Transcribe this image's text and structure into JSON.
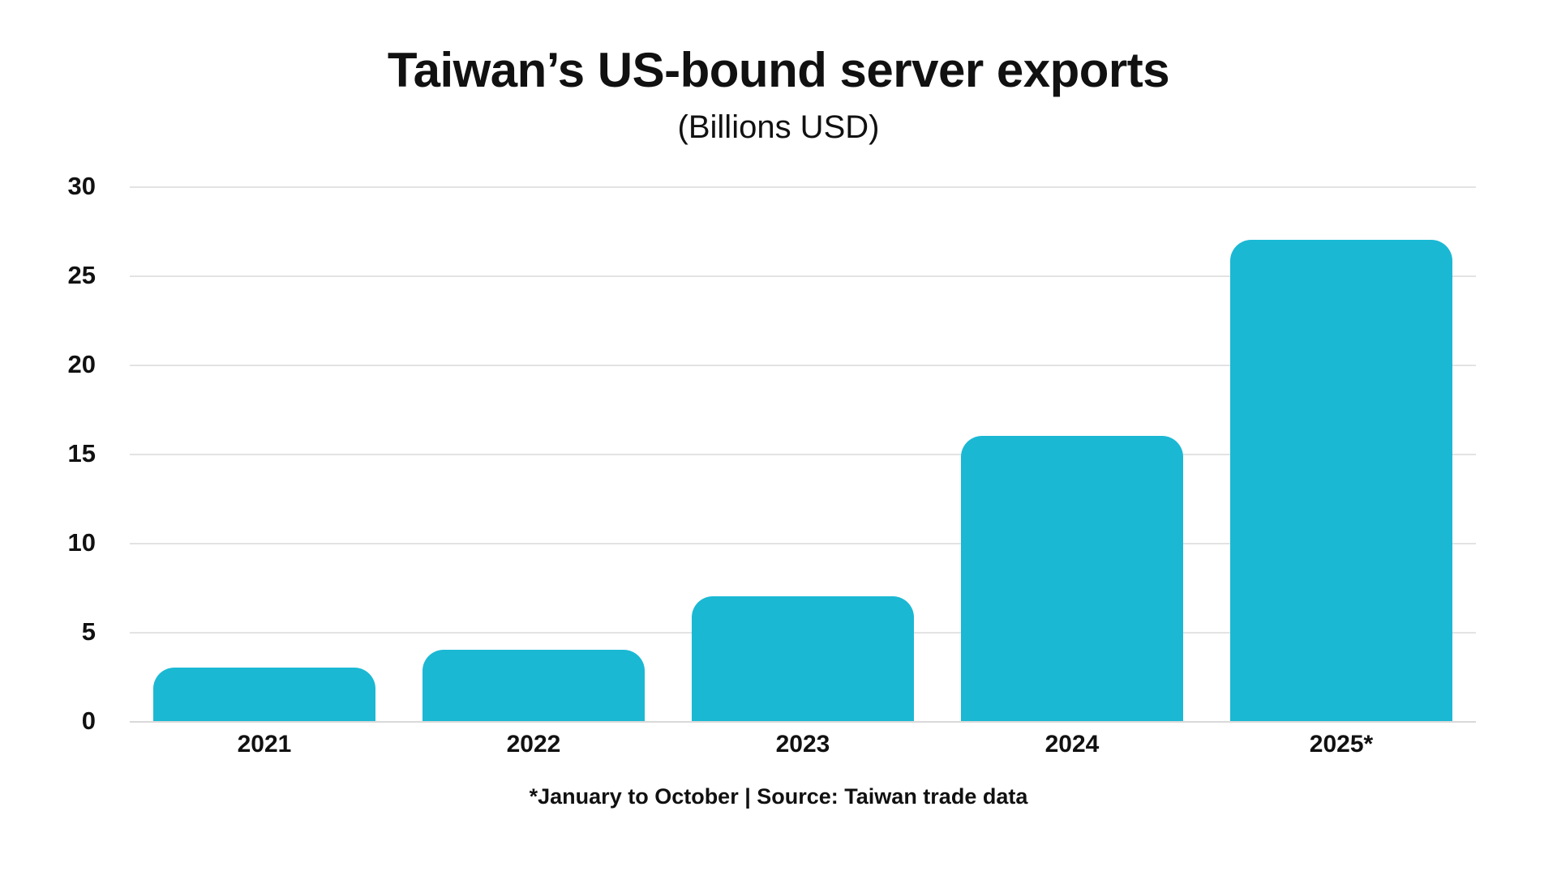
{
  "chart_data": {
    "type": "bar",
    "title": "Taiwan’s US-bound server exports",
    "subtitle": "(Billions USD)",
    "categories": [
      "2021",
      "2022",
      "2023",
      "2024",
      "2025*"
    ],
    "values": [
      3,
      4,
      7,
      16,
      27
    ],
    "series": [
      {
        "name": "US-bound server exports",
        "values": [
          3,
          4,
          7,
          16,
          27
        ]
      }
    ],
    "xlabel": "",
    "ylabel": "",
    "ylim": [
      0,
      30
    ],
    "y_ticks": [
      0,
      5,
      10,
      15,
      20,
      25,
      30
    ],
    "y_tick_labels": [
      "0",
      "5",
      "10",
      "15",
      "20",
      "25",
      "30"
    ],
    "grid": "horizontal",
    "legend": "none",
    "footnote": "*January to October | Source: Taiwan trade data",
    "bar_color": "#1bb8d4",
    "grid_color": "#e3e3e3",
    "background_color": "#ffffff",
    "text_color": "#111111"
  }
}
